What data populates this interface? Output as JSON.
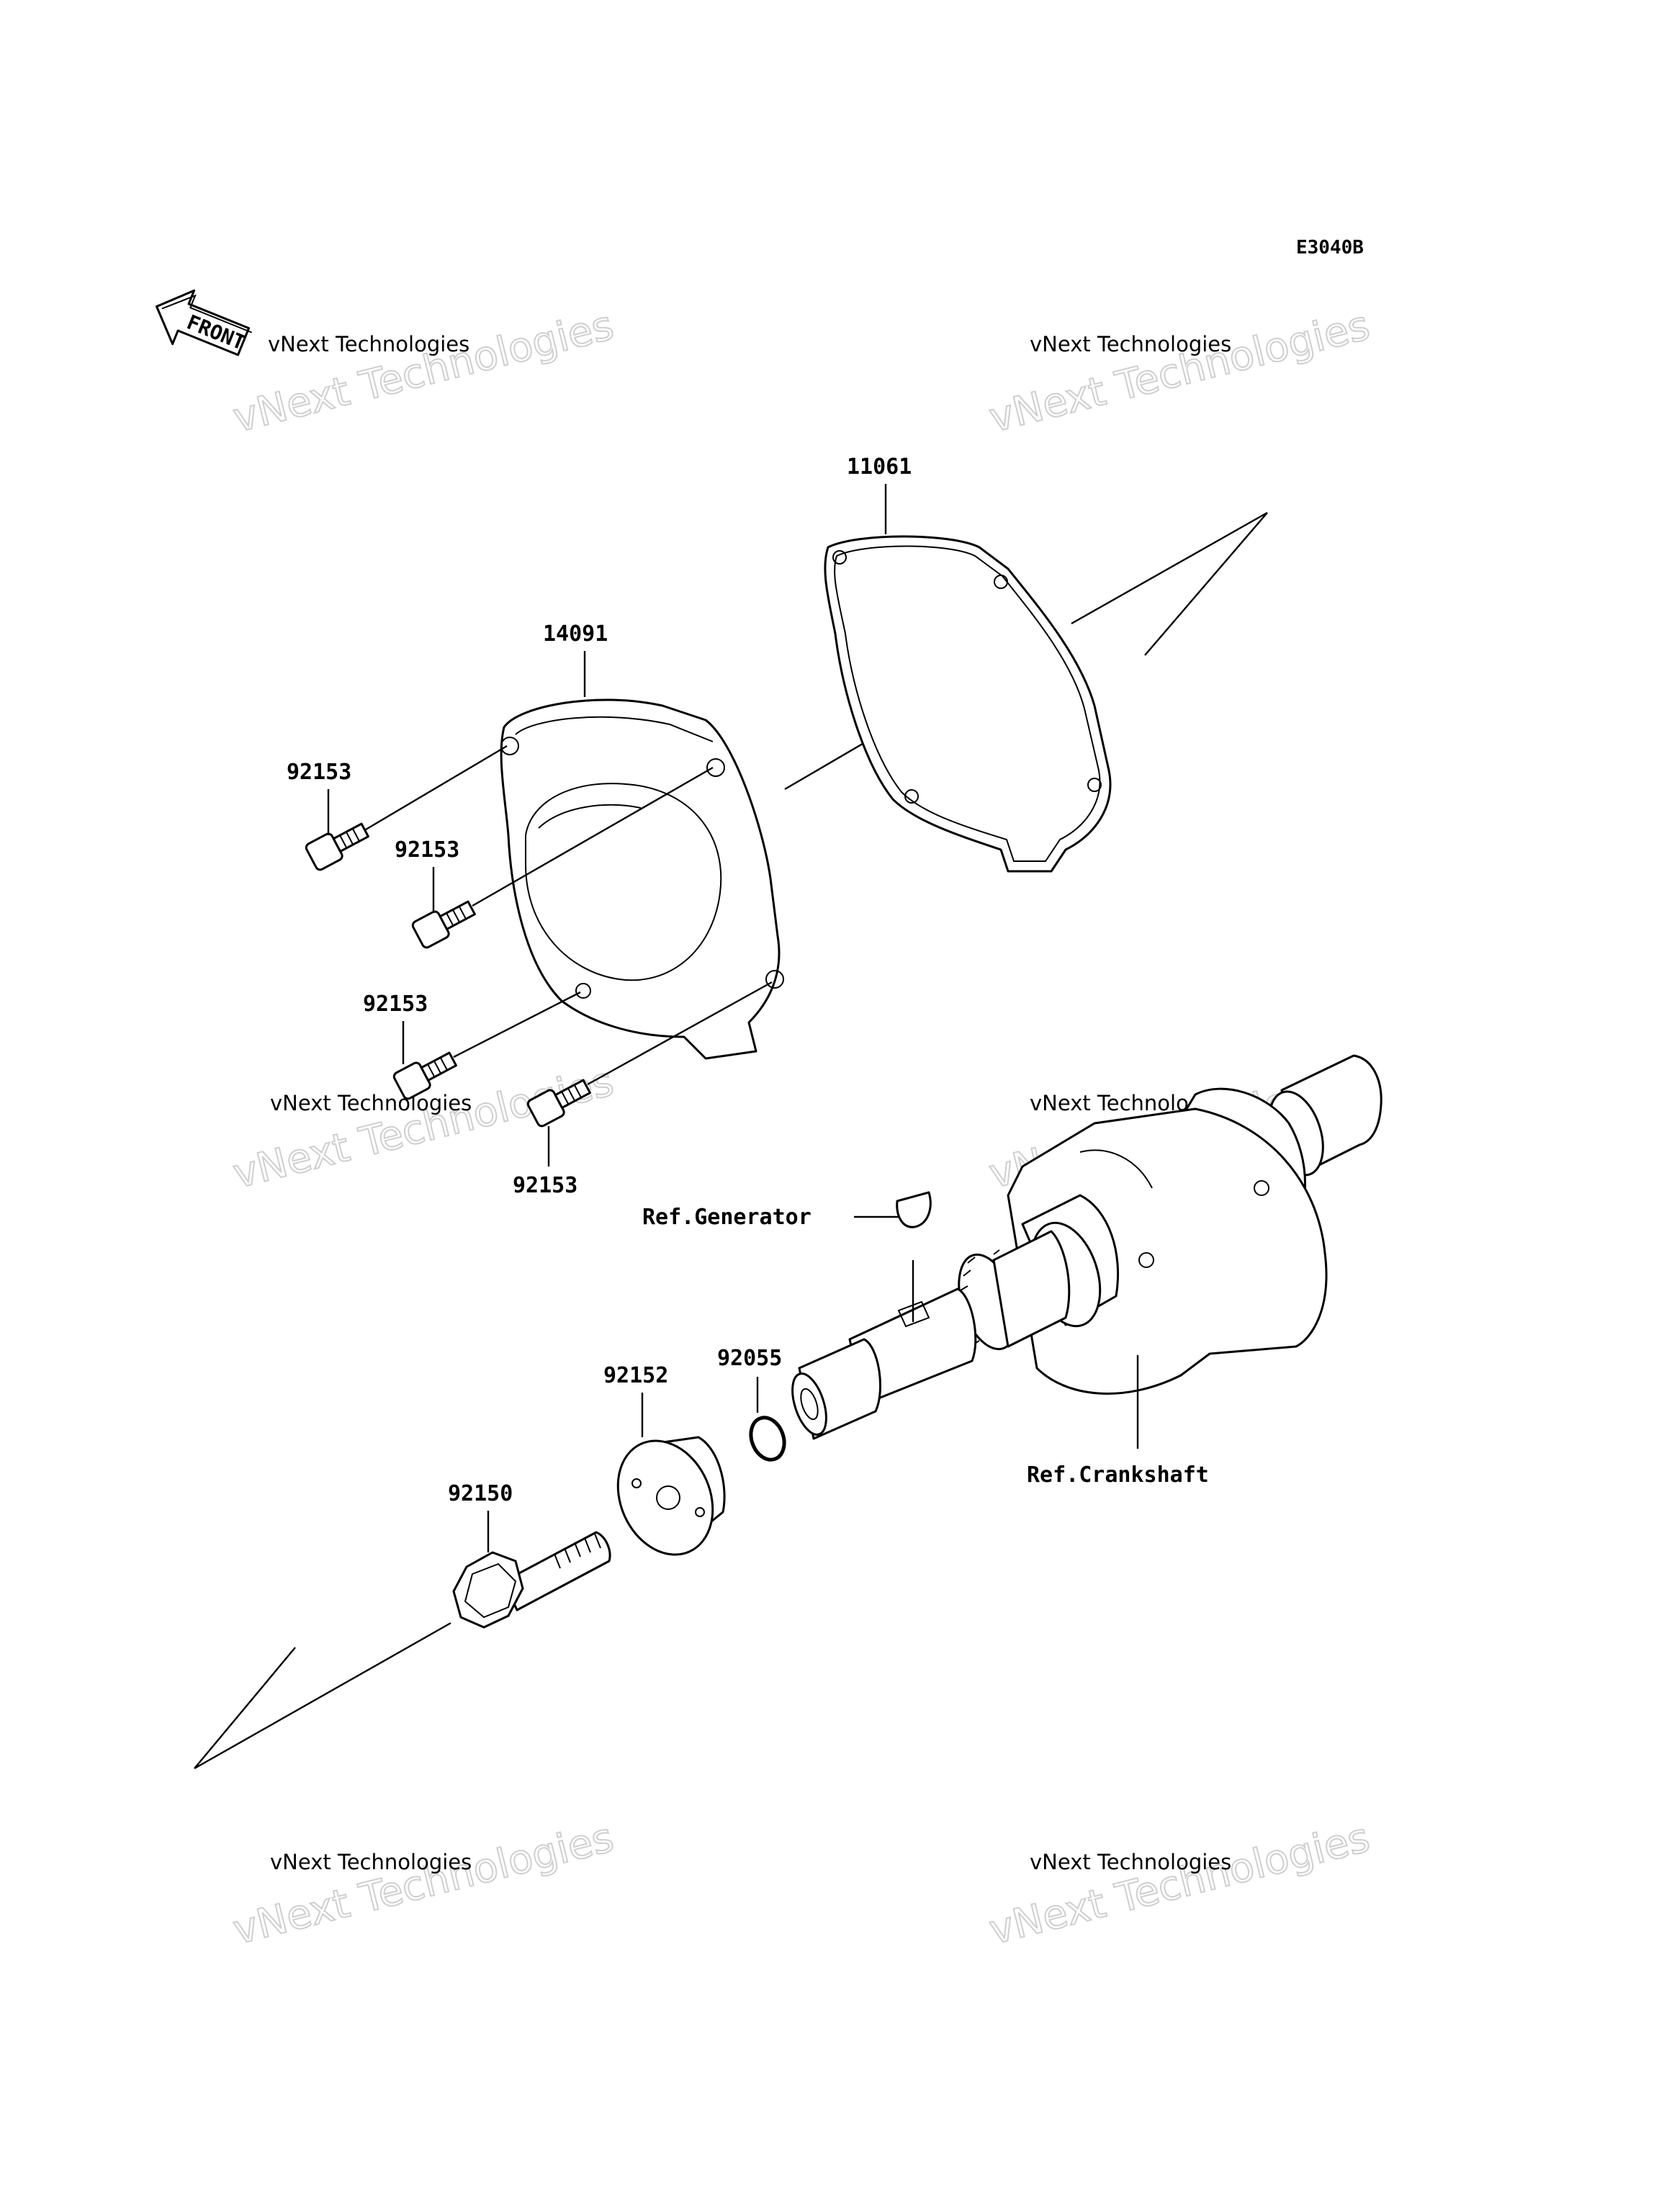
{
  "diagram": {
    "code": "E3040B",
    "front_label": "FRONT",
    "watermark_line1": "vNext Technologies",
    "watermark_line2": "vNext Technologies",
    "parts": [
      {
        "id": "gasket",
        "number": "11061"
      },
      {
        "id": "cover",
        "number": "14091"
      },
      {
        "id": "bolt_a",
        "number": "92153"
      },
      {
        "id": "bolt_b",
        "number": "92153"
      },
      {
        "id": "bolt_c",
        "number": "92153"
      },
      {
        "id": "bolt_d",
        "number": "92153"
      },
      {
        "id": "oring",
        "number": "92055"
      },
      {
        "id": "washer",
        "number": "92152"
      },
      {
        "id": "main_bolt",
        "number": "92150"
      }
    ],
    "references": {
      "generator": "Ref.Generator",
      "crankshaft": "Ref.Crankshaft"
    }
  }
}
